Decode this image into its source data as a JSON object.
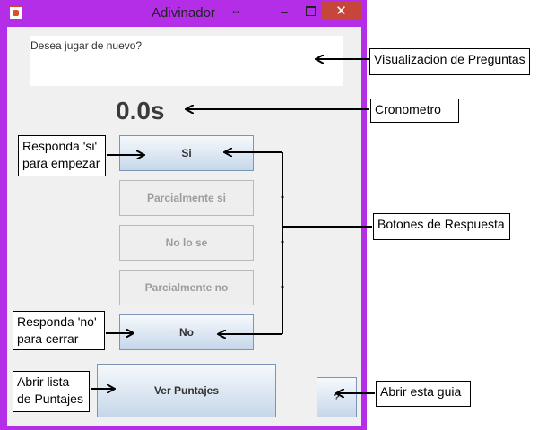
{
  "window": {
    "title": "Adivinador",
    "resize_glyph": "↔",
    "minimize_label": "–",
    "close_label": "✕"
  },
  "question_text": "Desea jugar de nuevo?",
  "timer": "0.0s",
  "answers": {
    "si": "Si",
    "parcial_si": "Parcialmente si",
    "no_lo_se": "No lo se",
    "parcial_no": "Parcialmente no",
    "no": "No"
  },
  "scores_button": "Ver Puntajes",
  "help_button": "?",
  "annotations": {
    "visualizacion": "Visualizacion de Preguntas",
    "cronometro": "Cronometro",
    "responda_si_1": "Responda 'si'",
    "responda_si_2": "para empezar",
    "botones": "Botones de Respuesta",
    "responda_no_1": "Responda 'no'",
    "responda_no_2": "para cerrar",
    "abrir_lista_1": "Abrir lista",
    "abrir_lista_2": "de Puntajes",
    "abrir_guia": "Abrir esta guia"
  },
  "colors": {
    "window_frame": "#b42ee8",
    "close_button": "#c7463b",
    "client_background": "#f0f0f0"
  }
}
